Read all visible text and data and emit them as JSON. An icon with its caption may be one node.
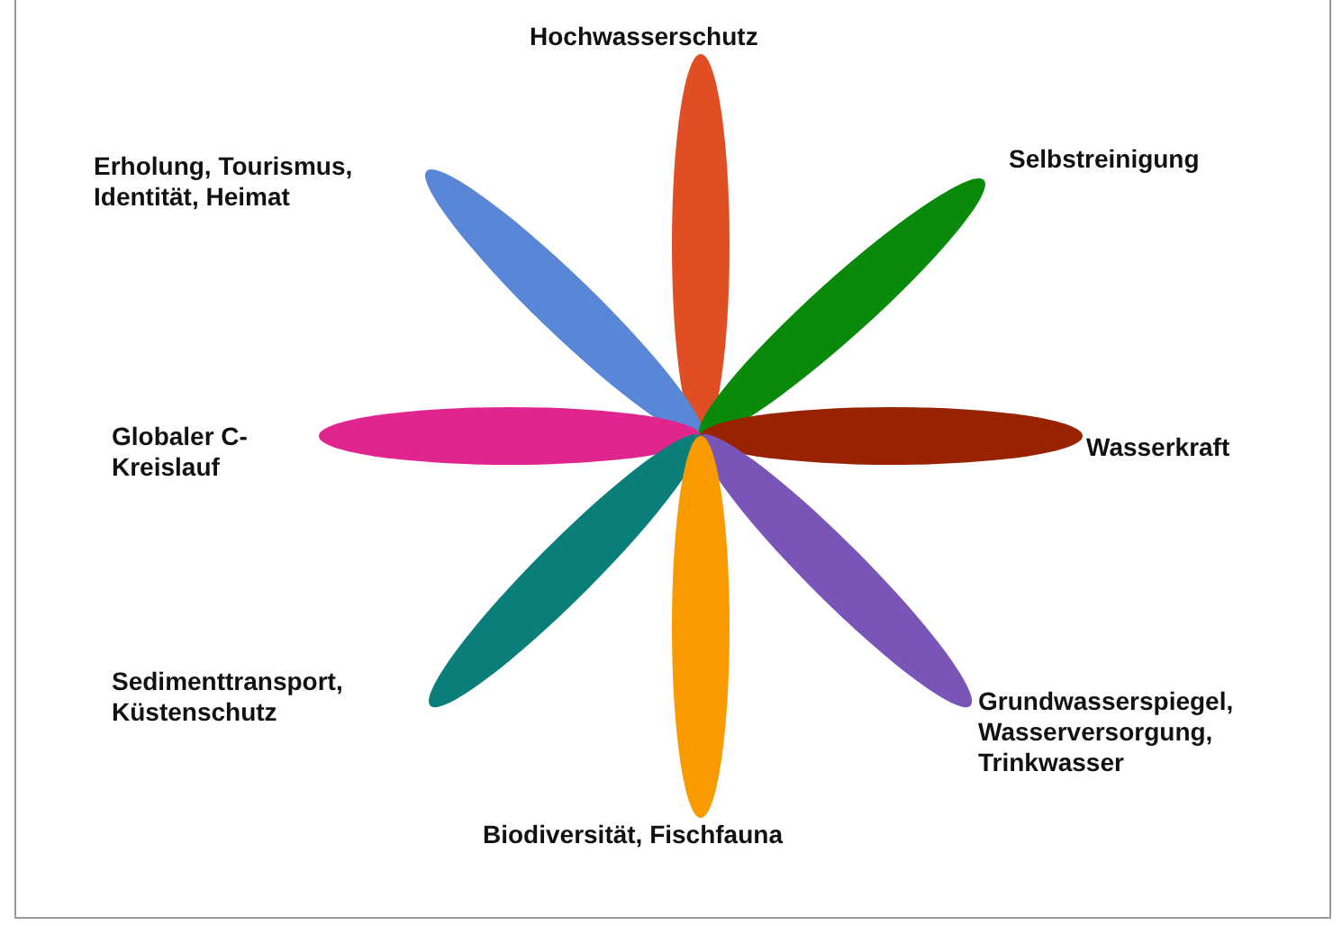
{
  "diagram": {
    "nodes": [
      {
        "text": [],
        "shape": "ellipse",
        "beside": [
          "Hochwasserschutz"
        ]
      },
      {
        "text": [],
        "shape": "ellipse",
        "beside": [
          "Erholung, Tourismus, Identität, Heimat"
        ]
      },
      {
        "text": [],
        "shape": "ellipse",
        "beside": [
          "Selbstreinigung"
        ]
      },
      {
        "text": [],
        "shape": "ellipse",
        "beside": [
          "Globaler C-Kreislauf"
        ]
      },
      {
        "text": [],
        "shape": "ellipse",
        "beside": [
          "Wasserkraft"
        ]
      },
      {
        "text": [],
        "shape": "ellipse",
        "beside": [
          "Sedimenttransport, Küstenschutz"
        ]
      },
      {
        "text": [],
        "shape": "ellipse",
        "beside": [
          "Grundwasserspiegel, Wasserversorgung, Trinkwasser"
        ]
      },
      {
        "text": [],
        "shape": "ellipse",
        "beside": [
          "Biodiversität, Fischfauna"
        ]
      }
    ]
  }
}
